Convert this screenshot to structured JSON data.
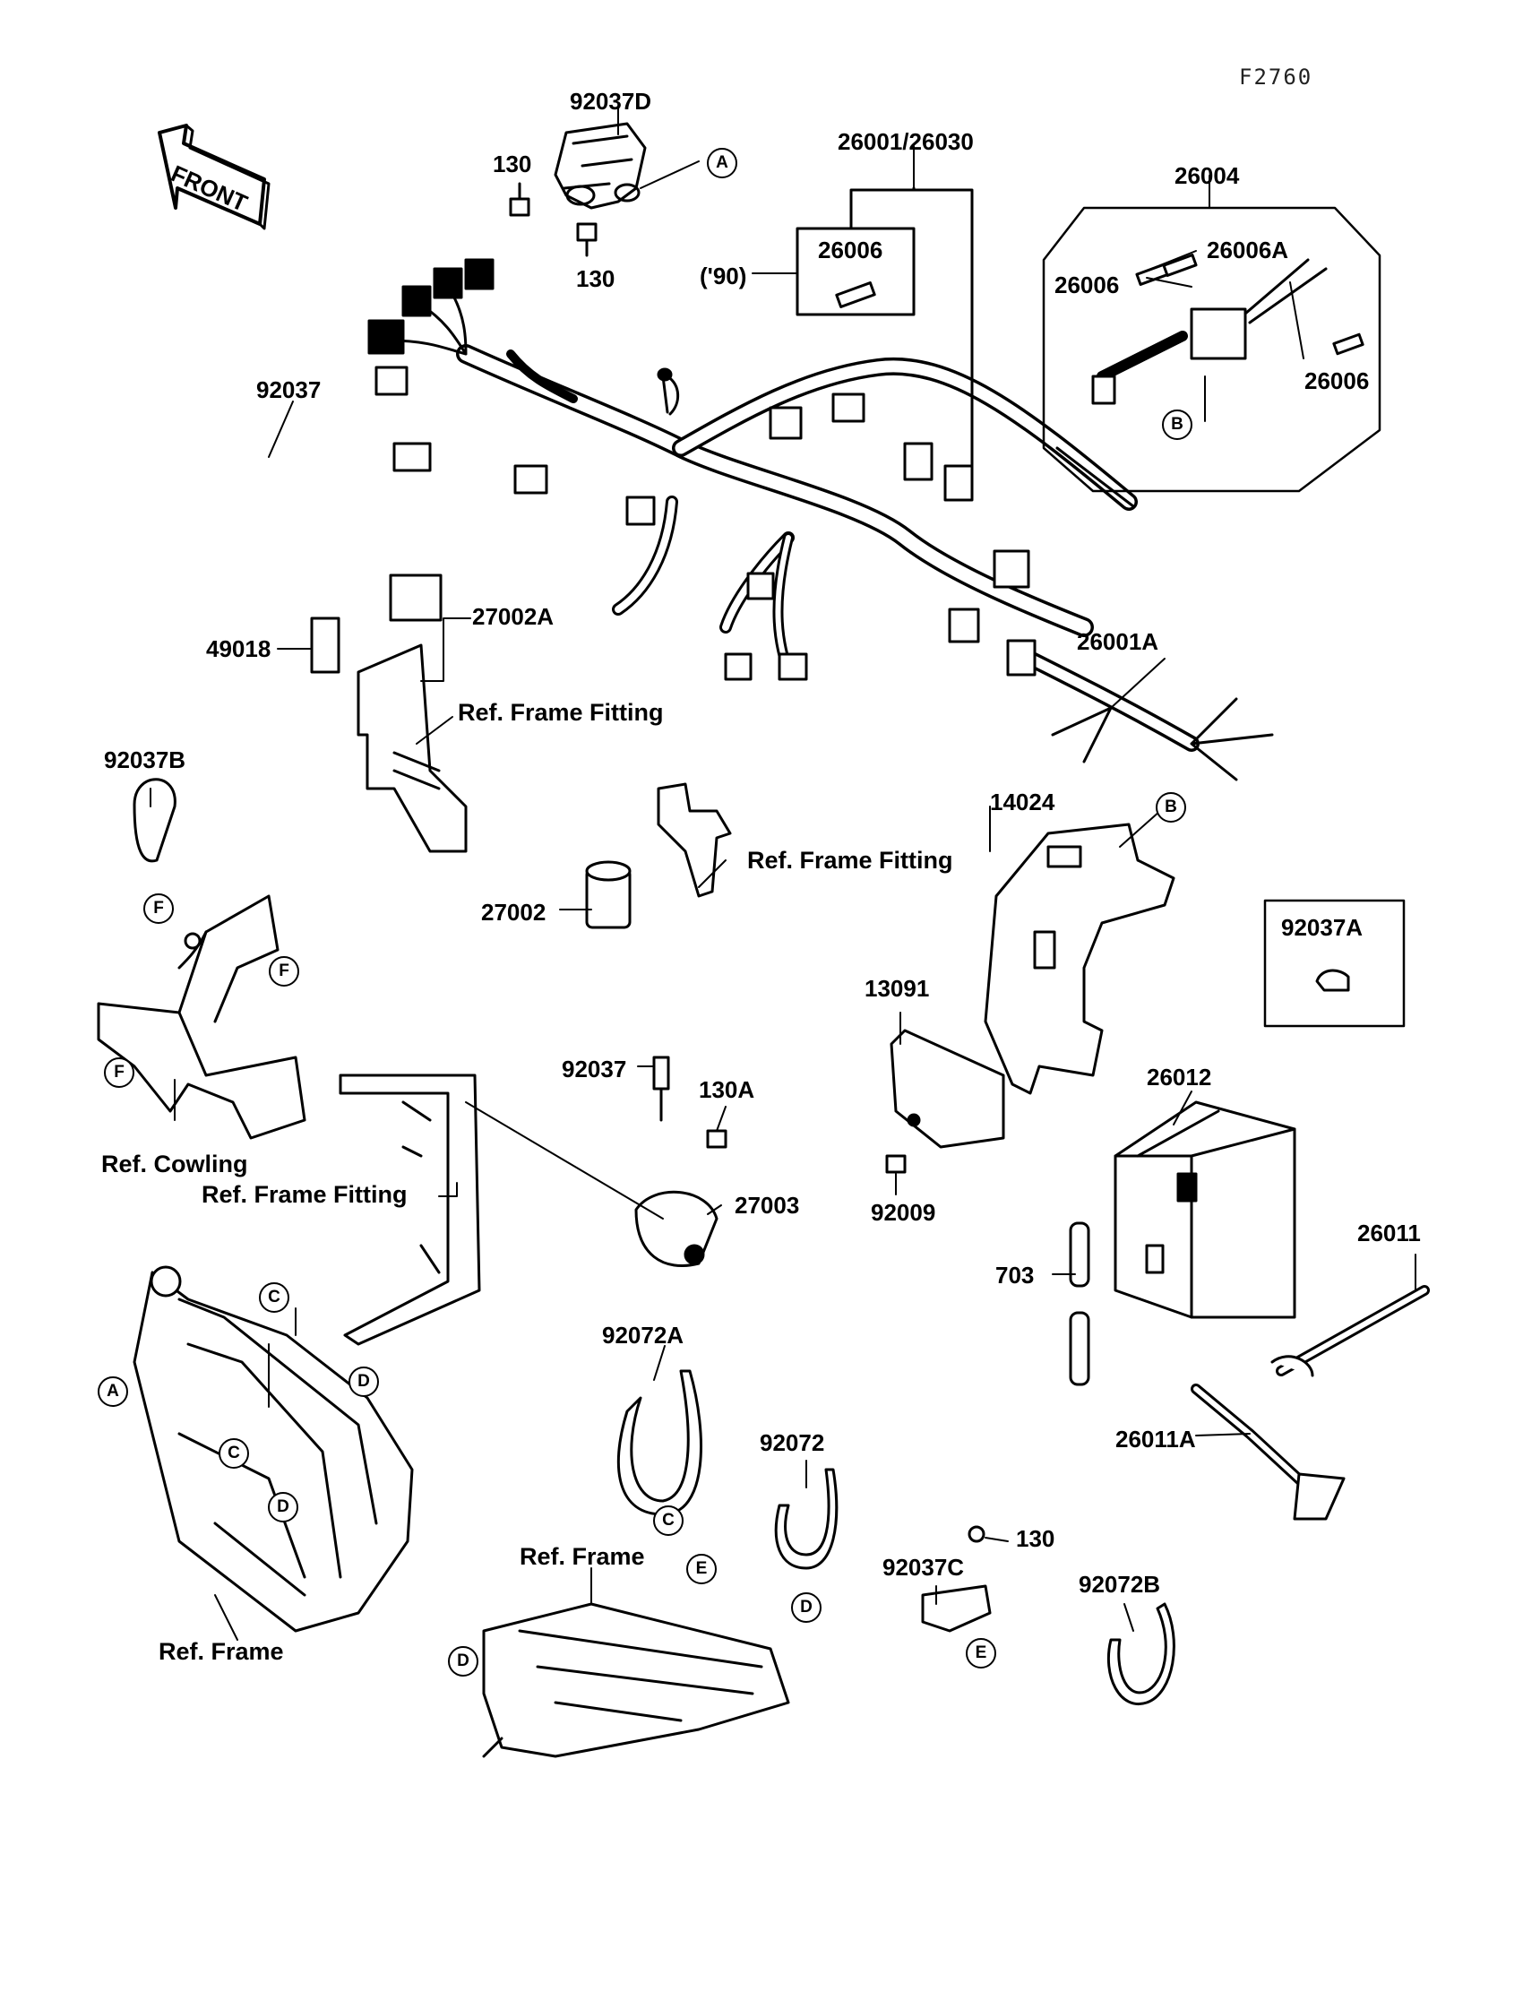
{
  "diagram_code": "F2760",
  "front_arrow": "FRONT",
  "labels": {
    "p92037D": "92037D",
    "p130_a": "130",
    "p130_b": "130",
    "p26001_26030": "26001/26030",
    "p26004": "26004",
    "p26006_a": "26006",
    "p90": "('90)",
    "p26006A": "26006A",
    "p26006_b": "26006",
    "p26006_c": "26006",
    "p92037_a": "92037",
    "p27002A": "27002A",
    "p49018": "49018",
    "ref_frame_fitting_a": "Ref. Frame Fitting",
    "p26001A": "26001A",
    "p92037B": "92037B",
    "p14024": "14024",
    "ref_frame_fitting_b": "Ref. Frame Fitting",
    "p27002": "27002",
    "p92037A": "92037A",
    "p13091": "13091",
    "p92037_b": "92037",
    "p130A": "130A",
    "p26012": "26012",
    "ref_cowling": "Ref. Cowling",
    "ref_frame_fitting_c": "Ref. Frame Fitting",
    "p27003": "27003",
    "p92009": "92009",
    "p703": "703",
    "p26011": "26011",
    "p92072A": "92072A",
    "p26011A": "26011A",
    "p92072": "92072",
    "p130_c": "130",
    "p92037C": "92037C",
    "p92072B": "92072B",
    "ref_frame_a": "Ref. Frame",
    "ref_frame_b": "Ref. Frame"
  },
  "markers": {
    "A_top": "A",
    "B_top": "B",
    "B_mid": "B",
    "F_1": "F",
    "F_2": "F",
    "F_3": "F",
    "A_frame": "A",
    "C_1": "C",
    "C_2": "C",
    "C_3": "C",
    "D_1": "D",
    "D_2": "D",
    "D_3": "D",
    "D_4": "D",
    "E_1": "E",
    "E_2": "E"
  }
}
